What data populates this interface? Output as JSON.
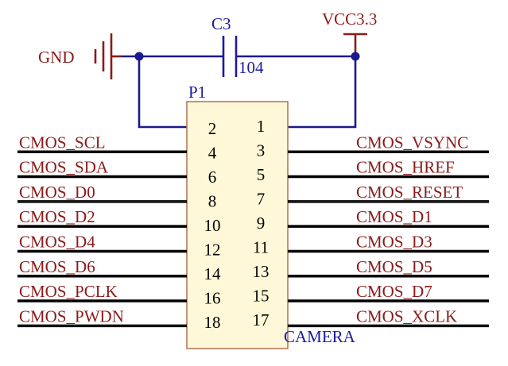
{
  "power": {
    "gnd_label": "GND",
    "vcc_label": "VCC3.3"
  },
  "capacitor": {
    "designator": "C3",
    "value": "104"
  },
  "connector": {
    "designator": "P1",
    "name": "CAMERA",
    "left_pins": [
      {
        "num": "2",
        "net": ""
      },
      {
        "num": "4",
        "net": "CMOS_SCL"
      },
      {
        "num": "6",
        "net": "CMOS_SDA"
      },
      {
        "num": "8",
        "net": "CMOS_D0"
      },
      {
        "num": "10",
        "net": "CMOS_D2"
      },
      {
        "num": "12",
        "net": "CMOS_D4"
      },
      {
        "num": "14",
        "net": "CMOS_D6"
      },
      {
        "num": "16",
        "net": "CMOS_PCLK"
      },
      {
        "num": "18",
        "net": "CMOS_PWDN"
      }
    ],
    "right_pins": [
      {
        "num": "1",
        "net": ""
      },
      {
        "num": "3",
        "net": "CMOS_VSYNC"
      },
      {
        "num": "5",
        "net": "CMOS_HREF"
      },
      {
        "num": "7",
        "net": "CMOS_RESET"
      },
      {
        "num": "9",
        "net": "CMOS_D1"
      },
      {
        "num": "11",
        "net": "CMOS_D3"
      },
      {
        "num": "13",
        "net": "CMOS_D5"
      },
      {
        "num": "15",
        "net": "CMOS_D7"
      },
      {
        "num": "17",
        "net": "CMOS_XCLK"
      }
    ]
  },
  "colors": {
    "body_fill": "#fff8d8",
    "body_stroke": "#b07050",
    "net_label": "#8b1a1a",
    "wire": "#1a1a8c",
    "component_label": "#1a1aa0"
  }
}
